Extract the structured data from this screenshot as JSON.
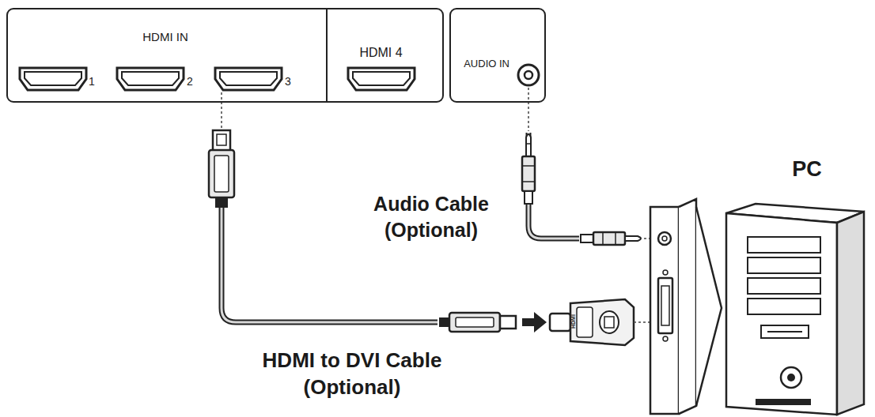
{
  "diagram": {
    "nodes": [
      {
        "text": [
          "HDMI IN"
        ]
      },
      {
        "text": [
          "HDMI 4"
        ]
      },
      {
        "text": [
          "AUDIO IN"
        ]
      },
      {
        "text": [
          "PC"
        ]
      }
    ],
    "edges": [
      {
        "from": 0,
        "to": 3,
        "label": "HDMI to DVI Cable (Optional)",
        "arrow": "none"
      },
      {
        "from": 2,
        "to": 3,
        "label": "Audio Cable (Optional)",
        "arrow": "none"
      }
    ],
    "labels": [
      "1",
      "2",
      "3",
      "HDMI"
    ]
  }
}
